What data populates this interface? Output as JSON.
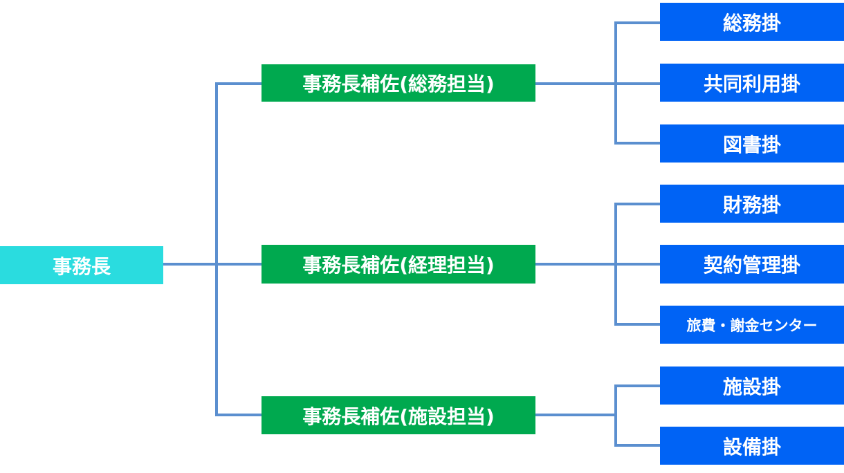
{
  "chart": {
    "root": {
      "label": "事務長"
    },
    "branches": [
      {
        "label": "事務長補佐(総務担当)",
        "children": [
          "総務掛",
          "共同利用掛",
          "図書掛"
        ]
      },
      {
        "label": "事務長補佐(経理担当)",
        "children": [
          "財務掛",
          "契約管理掛",
          "旅費・謝金センター"
        ]
      },
      {
        "label": "事務長補佐(施設担当)",
        "children": [
          "施設掛",
          "設備掛"
        ]
      }
    ]
  },
  "colors": {
    "root": "#2adcdf",
    "branch": "#00a94f",
    "leaf": "#0063f5",
    "connector": "#5b8fcf"
  }
}
